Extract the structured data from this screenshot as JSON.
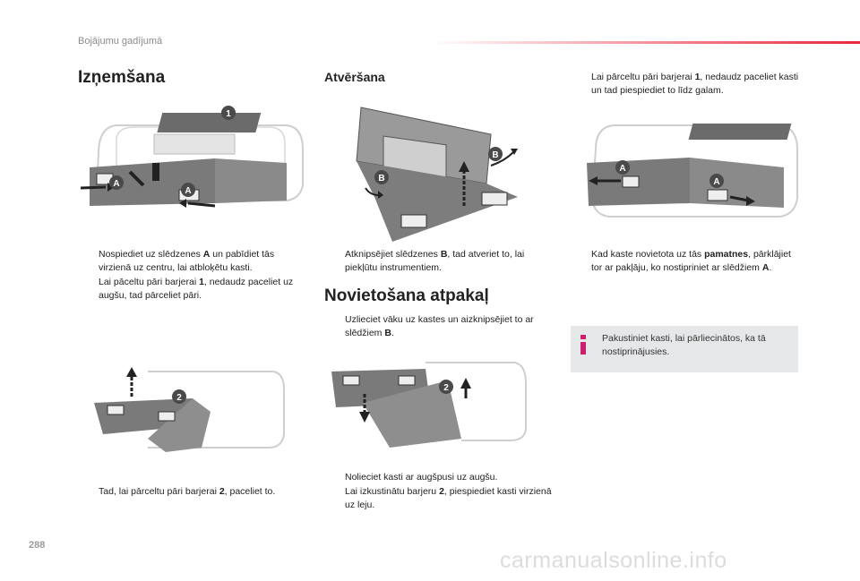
{
  "header": {
    "section": "Bojājumu gadījumā"
  },
  "columns": {
    "col1": {
      "title": "Izņemšana",
      "bullets1": [
        {
          "parts": [
            "Nospiediet uz slēdzenes ",
            "A",
            " un pabīdiet tās virzienā uz centru, lai atbloķētu kasti."
          ]
        },
        {
          "parts": [
            "Lai pāceltu pāri barjerai ",
            "1",
            ", nedaudz paceliet uz augšu, tad pārceliet pāri."
          ]
        }
      ],
      "bullets2": [
        {
          "parts": [
            "Tad, lai pārceltu pāri barjerai ",
            "2",
            ", paceliet to."
          ]
        }
      ]
    },
    "col2": {
      "title": "Atvēršana",
      "bullets1": [
        {
          "parts": [
            "Atknipsējiet slēdzenes ",
            "B",
            ", tad atveriet to, lai piekļūtu instrumentiem."
          ]
        }
      ],
      "title2": "Novietošana atpakaļ",
      "bullets2": [
        {
          "parts": [
            "Uzlieciet vāku uz kastes un aizknipsējiet to ar slēdžiem ",
            "B",
            "."
          ]
        }
      ],
      "bullets3": [
        {
          "parts": [
            "Nolieciet kasti ar augšpusi uz augšu.",
            "",
            ""
          ]
        },
        {
          "parts": [
            "Lai izkustinātu barjeru ",
            "2",
            ", piespiediet kasti virzienā uz leju."
          ]
        }
      ]
    },
    "col3": {
      "bullets1": [
        {
          "parts": [
            "Lai pārceltu pāri barjerai ",
            "1",
            ", nedaudz paceliet kasti un tad piespiediet to līdz galam."
          ]
        }
      ],
      "bullets2": [
        {
          "parts": [
            "Kad kaste novietota uz tās ",
            "pamatnes",
            ", pārklājiet tor ar pakļāju, ko nostipriniet ar slēdžiem ",
            "A",
            "."
          ]
        }
      ],
      "note": "Pakustiniet kasti, lai pārliecinātos, ka tā nostiprinājusies."
    }
  },
  "figure_labels": {
    "fig1": [
      "1",
      "A",
      "A"
    ],
    "fig2": [
      "B",
      "B"
    ],
    "fig3": [
      "A",
      "A"
    ],
    "fig4": [
      "2"
    ],
    "fig5": [
      "2"
    ]
  },
  "bullet_marker": "",
  "page_number": "288",
  "watermark": "carmanualsonline.info",
  "colors": {
    "accent": "#e8283a",
    "note_bg": "#e6e7e8",
    "info_icon": "#cc1f6e"
  }
}
